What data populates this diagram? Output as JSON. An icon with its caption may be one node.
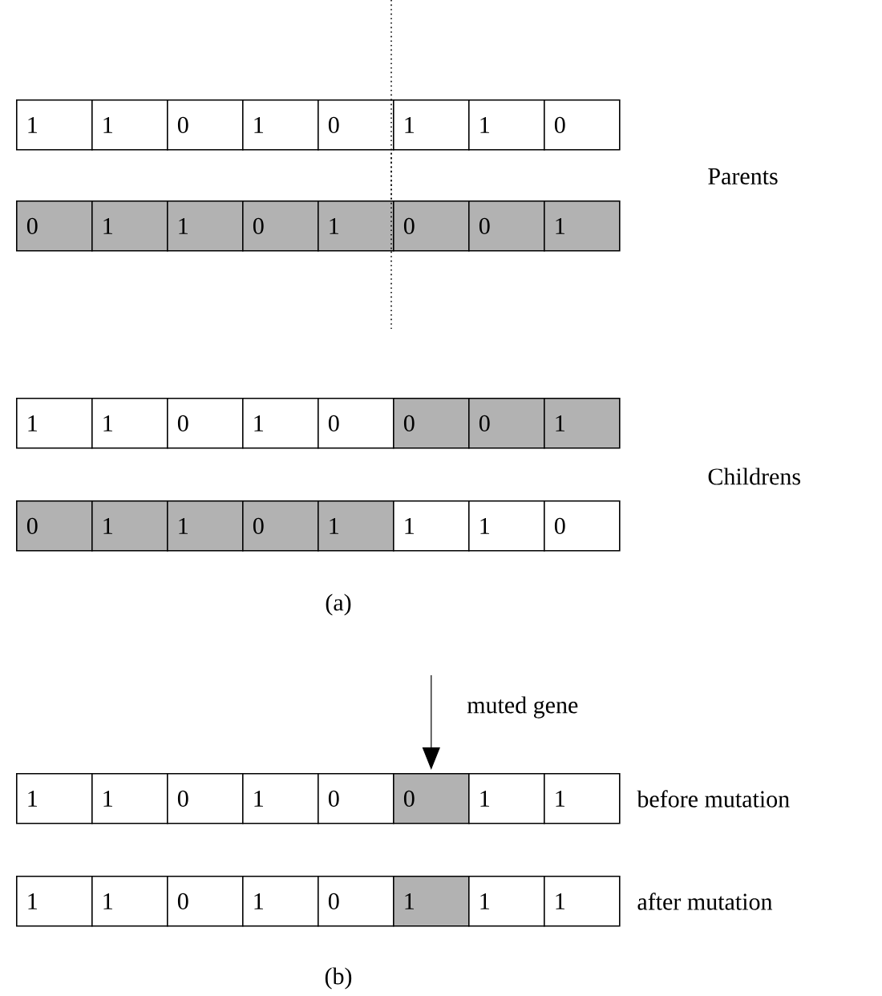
{
  "diagram": {
    "nodes": [
      {
        "text": [
          "1"
        ]
      },
      {
        "text": [
          "1"
        ]
      },
      {
        "text": [
          "0"
        ]
      },
      {
        "text": [
          "1"
        ]
      },
      {
        "text": [
          "0"
        ]
      },
      {
        "text": [
          "1"
        ]
      },
      {
        "text": [
          "1"
        ]
      },
      {
        "text": [
          "0"
        ]
      },
      {
        "text": [
          "0"
        ]
      },
      {
        "text": [
          "1"
        ]
      },
      {
        "text": [
          "1"
        ]
      },
      {
        "text": [
          "0"
        ]
      },
      {
        "text": [
          "1"
        ]
      },
      {
        "text": [
          "0"
        ]
      },
      {
        "text": [
          "0"
        ]
      },
      {
        "text": [
          "1"
        ]
      },
      {
        "text": [
          "1"
        ]
      },
      {
        "text": [
          "1"
        ]
      },
      {
        "text": [
          "0"
        ]
      },
      {
        "text": [
          "1"
        ]
      },
      {
        "text": [
          "0"
        ]
      },
      {
        "text": [
          "0"
        ]
      },
      {
        "text": [
          "0"
        ]
      },
      {
        "text": [
          "1"
        ]
      },
      {
        "text": [
          "0"
        ]
      },
      {
        "text": [
          "1"
        ]
      },
      {
        "text": [
          "1"
        ]
      },
      {
        "text": [
          "0"
        ]
      },
      {
        "text": [
          "1"
        ]
      },
      {
        "text": [
          "1"
        ]
      },
      {
        "text": [
          "1"
        ]
      },
      {
        "text": [
          "0"
        ]
      },
      {
        "text": [
          "1"
        ]
      },
      {
        "text": [
          "1"
        ]
      },
      {
        "text": [
          "0"
        ]
      },
      {
        "text": [
          "1"
        ]
      },
      {
        "text": [
          "0"
        ]
      },
      {
        "text": [
          "0"
        ]
      },
      {
        "text": [
          "1"
        ]
      },
      {
        "text": [
          "1"
        ]
      },
      {
        "text": [
          "1"
        ]
      },
      {
        "text": [
          "1"
        ]
      },
      {
        "text": [
          "0"
        ]
      },
      {
        "text": [
          "1"
        ]
      },
      {
        "text": [
          "0"
        ]
      },
      {
        "text": [
          "1"
        ]
      },
      {
        "text": [
          "1"
        ]
      },
      {
        "text": [
          "1"
        ]
      }
    ],
    "edges": [
      {
        "from": null,
        "to": 37,
        "arrow": "to",
        "label": "muted gene"
      }
    ],
    "labels": [
      "Parents",
      "Childrens",
      "(a)",
      "before mutation",
      "after mutation",
      "(b)"
    ]
  }
}
